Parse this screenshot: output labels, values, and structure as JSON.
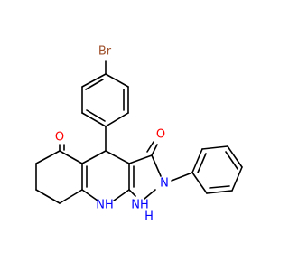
{
  "molecule": {
    "atom_labels": {
      "bromine": "Br",
      "ketone_oxygen": "O",
      "pyrazolone_oxygen": "O",
      "ring_nitrogen": "N",
      "amine_nh": "NH",
      "pyrazole_nh": "NH",
      "pyrazole_h": "H"
    },
    "colors": {
      "bond": "#000000",
      "bromine": "#a0522d",
      "oxygen": "#ff0000",
      "nitrogen": "#0000ff",
      "background": "#ffffff"
    }
  }
}
